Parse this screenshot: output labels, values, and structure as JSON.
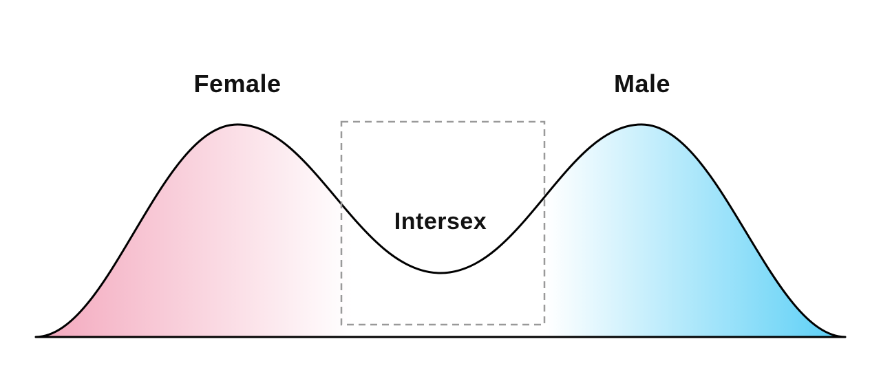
{
  "diagram": {
    "labels": {
      "female": "Female",
      "male": "Male",
      "intersex": "Intersex"
    },
    "colors": {
      "female_fill": "#F29DB5",
      "male_fill": "#45C9F5",
      "fade_mid": "#FFFFFF",
      "curve_stroke": "#000000",
      "box_stroke": "#999999",
      "text": "#111111"
    }
  }
}
